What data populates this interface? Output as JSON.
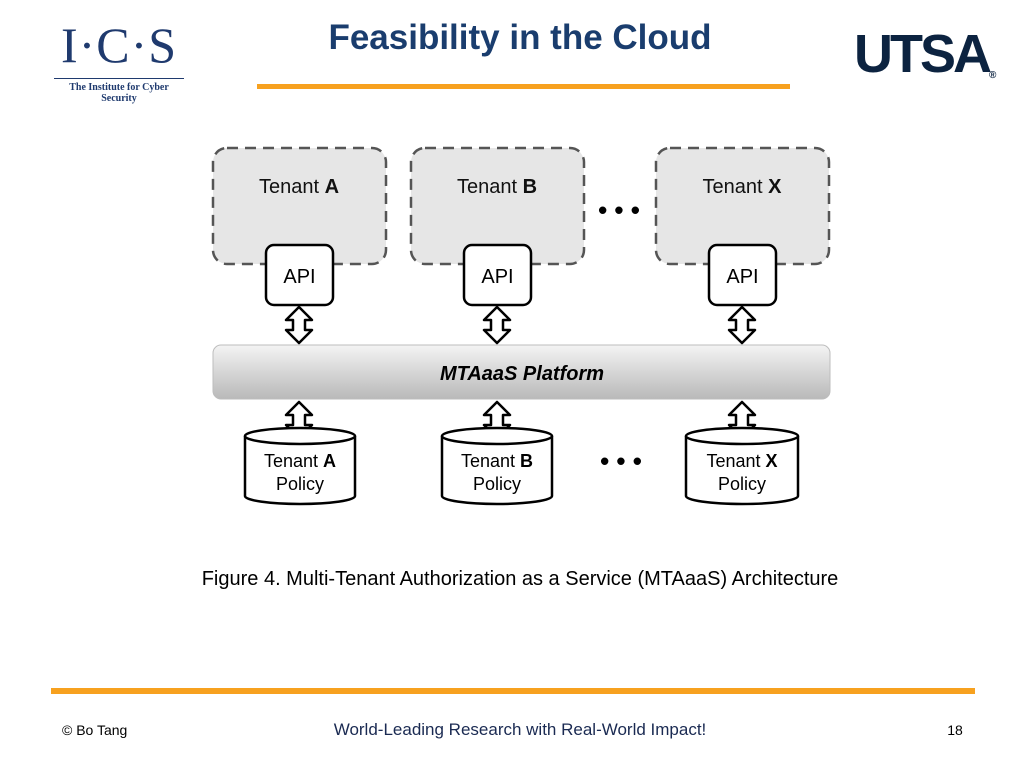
{
  "header": {
    "logo_letters": "I·C·S",
    "logo_subtitle": "The Institute for Cyber Security",
    "title": "Feasibility in the Cloud",
    "right_logo": "UTSA",
    "right_logo_mark": "®"
  },
  "diagram": {
    "tenants": [
      {
        "prefix": "Tenant ",
        "letter": "A",
        "api": "API",
        "policy_prefix": "Tenant ",
        "policy_letter": "A",
        "policy_suffix": "Policy"
      },
      {
        "prefix": "Tenant ",
        "letter": "B",
        "api": "API",
        "policy_prefix": "Tenant ",
        "policy_letter": "B",
        "policy_suffix": "Policy"
      },
      {
        "prefix": "Tenant ",
        "letter": "X",
        "api": "API",
        "policy_prefix": "Tenant ",
        "policy_letter": "X",
        "policy_suffix": "Policy"
      }
    ],
    "ellipsis": "• • •",
    "platform": "MTAaaS Platform"
  },
  "caption": "Figure 4. Multi-Tenant Authorization as a Service (MTAaaS) Architecture",
  "footer": {
    "copyright": "© Bo Tang",
    "tagline": "World-Leading Research with Real-World Impact!",
    "page": "18"
  },
  "colors": {
    "accent_orange": "#f7a11f",
    "navy": "#1a3d6e",
    "tenant_fill": "#e6e6e6",
    "tenant_border": "#555555"
  }
}
